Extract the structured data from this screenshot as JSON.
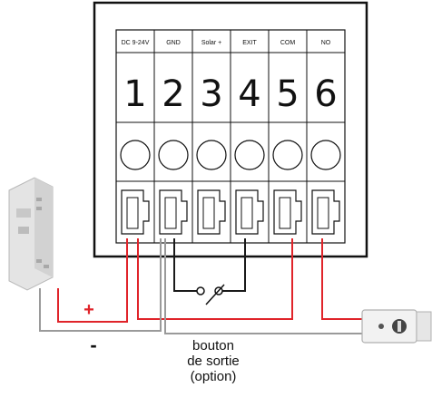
{
  "terminal_block": {
    "terminals": [
      {
        "label": "DC 9-24V",
        "number": "1"
      },
      {
        "label": "GND",
        "number": "2"
      },
      {
        "label": "Solar +",
        "number": "3"
      },
      {
        "label": "EXIT",
        "number": "4"
      },
      {
        "label": "COM",
        "number": "5"
      },
      {
        "label": "NO",
        "number": "6"
      }
    ]
  },
  "power_supply": {
    "plus_sign": "+",
    "minus_sign": "-"
  },
  "exit_button": {
    "caption_lines": [
      "bouton",
      "de sortie",
      "(option)"
    ]
  },
  "colors": {
    "wire_red": "#e0242a",
    "wire_gray": "#9a9a9a",
    "wire_black": "#1a1a1a",
    "outline": "#111111"
  },
  "icons": [
    "power-supply-icon",
    "lock-icon",
    "switch-icon"
  ]
}
